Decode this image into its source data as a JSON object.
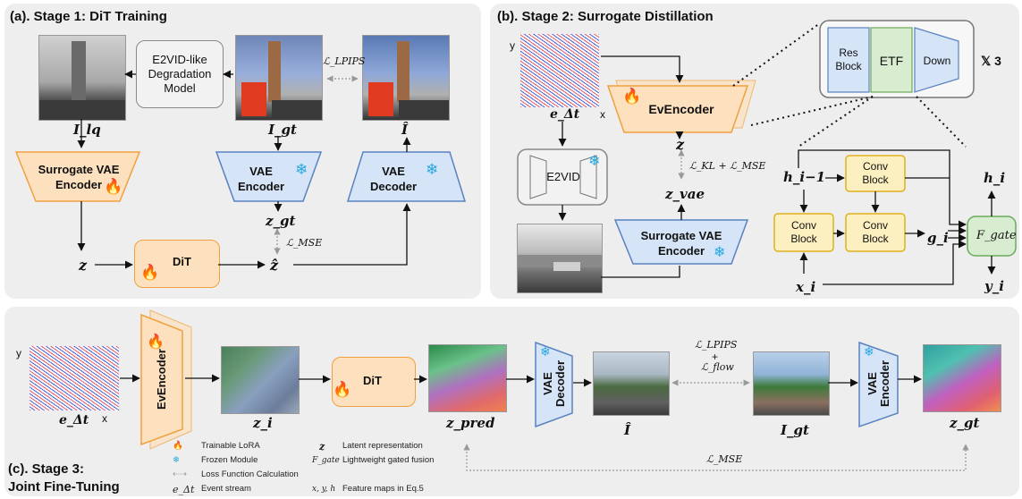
{
  "stage1": {
    "title": "(a). Stage 1: DiT Training",
    "degradation": "E2VID-like Degradation Model",
    "surrogate_encoder": "Surrogate VAE Encoder",
    "vae_encoder": "VAE Encoder",
    "vae_decoder": "VAE Decoder",
    "dit": "DiT",
    "i_lq": "I_lq",
    "i_gt": "I_gt",
    "i_hat": "Î",
    "z": "z",
    "z_gt": "z_gt",
    "z_hat": "ẑ",
    "loss_lpips": "ℒ_LPIPS",
    "loss_mse": "ℒ_MSE"
  },
  "stage2": {
    "title": "(b). Stage 2: Surrogate Distillation",
    "evencoder": "EvEncoder",
    "e2vid": "E2VID",
    "surrogate_encoder": "Surrogate VAE Encoder",
    "res_block": "Res Block",
    "etf": "ETF",
    "down": "Down",
    "repeat": "𝕏 3",
    "conv_block": "Conv Block",
    "loss_kl_mse": "ℒ_KL + ℒ_MSE",
    "e_dt": "e_Δt",
    "z": "z",
    "z_vae": "z_vae",
    "h_prev": "h_i−1",
    "h_i": "h_i",
    "g_i": "g_i",
    "x_i": "x_i",
    "y_i": "y_i",
    "f_gate": "F_gate",
    "axis_y": "y",
    "axis_x": "x"
  },
  "stage3": {
    "title_line1": "(c). Stage 3:",
    "title_line2": "Joint Fine-Tuning",
    "evencoder": "EvEncoder",
    "dit": "DiT",
    "vae_decoder": "VAE Decoder",
    "vae_encoder": "VAE Encoder",
    "e_dt": "e_Δt",
    "z_i": "z_i",
    "z_pred": "z_pred",
    "i_hat": "Î",
    "i_gt": "I_gt",
    "z_gt": "z_gt",
    "loss_lpips": "ℒ_LPIPS",
    "plus": "+",
    "loss_flow": "ℒ_flow",
    "loss_mse": "ℒ_MSE",
    "axis_y": "y",
    "axis_x": "x"
  },
  "legend": [
    {
      "symbol": "fire-icon",
      "text": "Trainable LoRA"
    },
    {
      "symbol": "snowflake-icon",
      "text": "Frozen Module"
    },
    {
      "symbol": "dotted-arrow",
      "text": "Loss Function Calculation"
    },
    {
      "symbol": "e_Δt",
      "text": "Event stream"
    },
    {
      "symbol": "z",
      "text": "Latent representation"
    },
    {
      "symbol": "F_gate",
      "text": "Lightweight gated fusion"
    },
    {
      "symbol": "x, y, h",
      "text": "Feature maps in Eq.5"
    }
  ],
  "colors": {
    "orange_fill": "#fde0bd",
    "orange_stroke": "#f0a040",
    "blue_fill": "#d6e4f7",
    "blue_stroke": "#5a82c0",
    "green_fill": "#d8edd0",
    "green_stroke": "#6aaa5a",
    "yellow_fill": "#fdf0c0",
    "yellow_stroke": "#e0b020",
    "panel": "#eeeeee"
  }
}
